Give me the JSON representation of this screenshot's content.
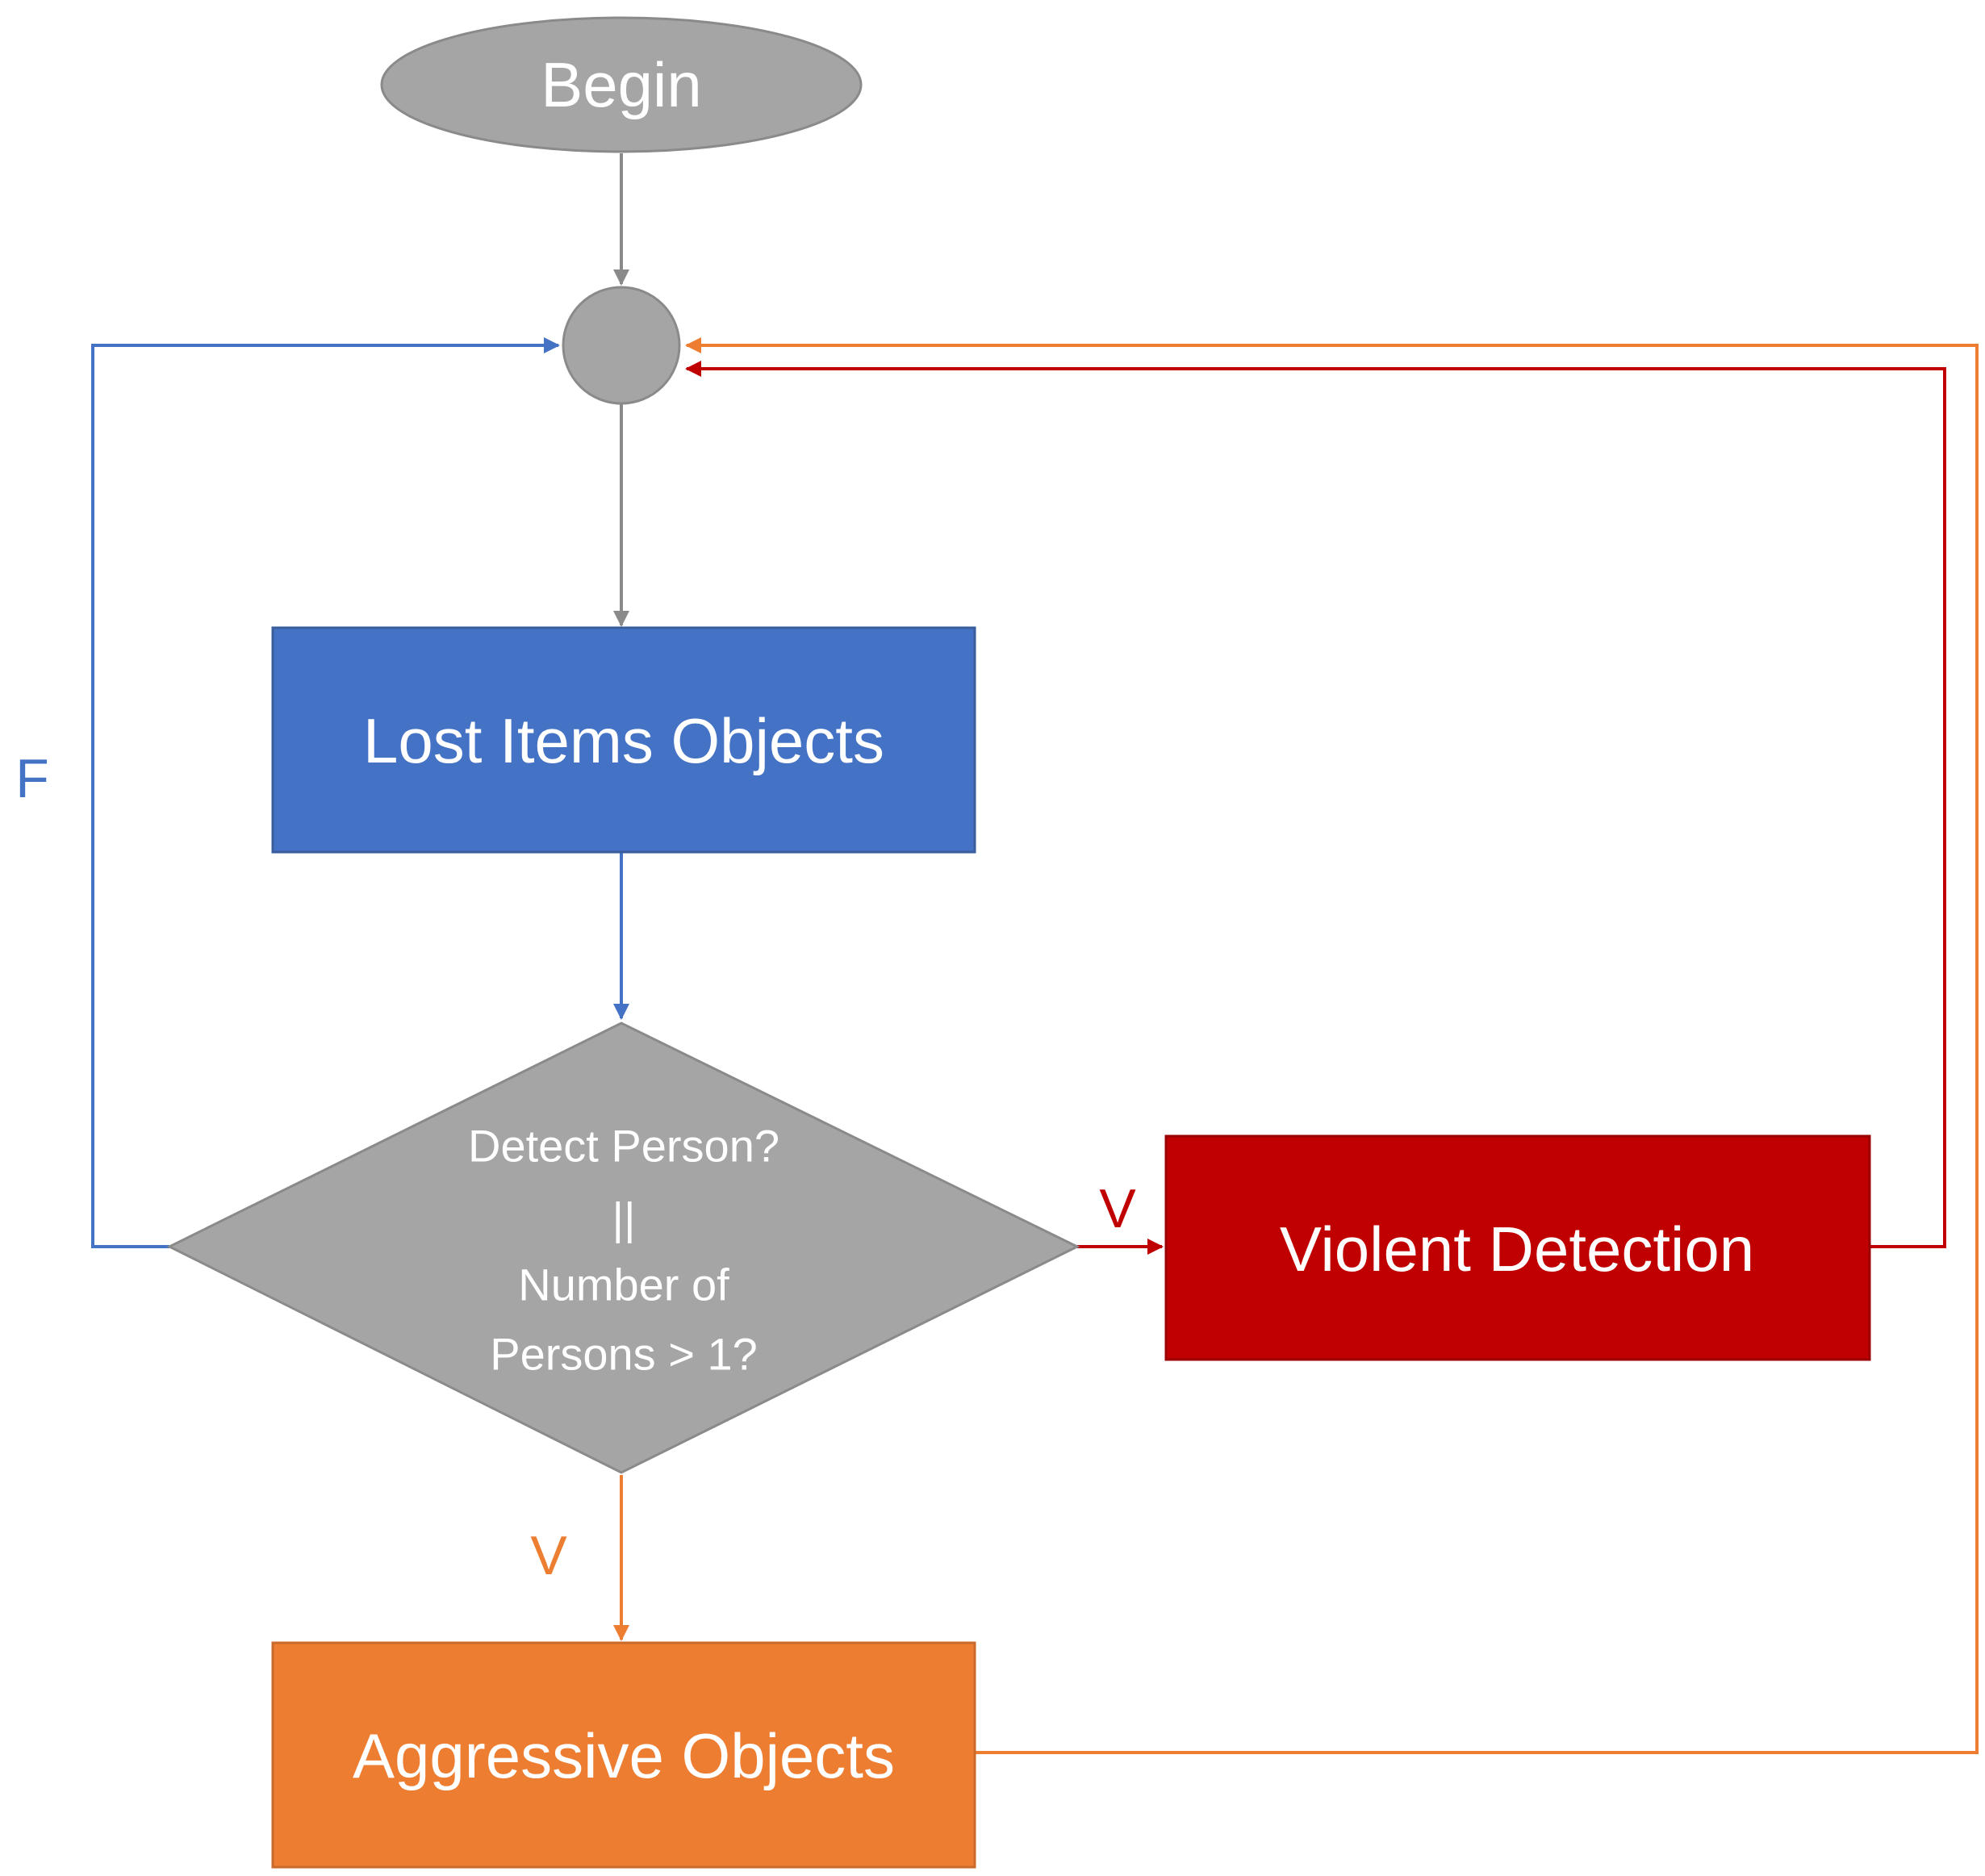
{
  "nodes": {
    "begin": {
      "label": "Begin",
      "shape": "ellipse"
    },
    "junction": {
      "label": "",
      "shape": "circle"
    },
    "lost_items": {
      "label": "Lost Items Objects",
      "shape": "rectangle"
    },
    "decision": {
      "shape": "diamond",
      "lines": [
        "Detect Person?",
        "||",
        "Number of",
        "Persons > 1?"
      ]
    },
    "violent": {
      "label": "Violent Detection",
      "shape": "rectangle"
    },
    "aggressive": {
      "label": "Aggressive Objects",
      "shape": "rectangle"
    }
  },
  "edges": {
    "false_label": "F",
    "violent_label": "V",
    "aggressive_label": "V"
  },
  "colors": {
    "gray": "#a5a5a5",
    "gray_stroke": "#8a8a8a",
    "blue": "#4472c4",
    "red": "#c00000",
    "orange": "#ed7d31",
    "white": "#ffffff"
  }
}
